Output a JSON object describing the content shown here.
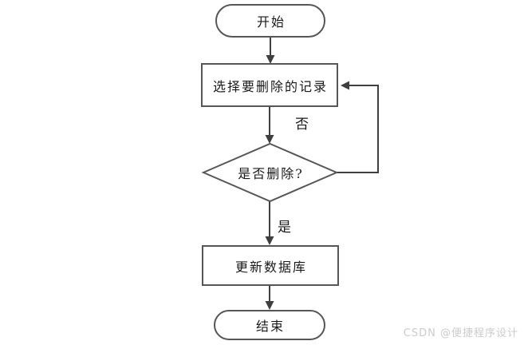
{
  "diagram": {
    "type": "flowchart",
    "nodes": {
      "start": {
        "label": "开始",
        "shape": "terminator"
      },
      "select_record": {
        "label": "选择要删除的记录",
        "shape": "process"
      },
      "confirm_delete": {
        "label": "是否删除?",
        "shape": "decision"
      },
      "update_db": {
        "label": "更新数据库",
        "shape": "process"
      },
      "end": {
        "label": "结束",
        "shape": "terminator"
      }
    },
    "edges": [
      {
        "from": "start",
        "to": "select_record",
        "label": ""
      },
      {
        "from": "select_record",
        "to": "confirm_delete",
        "label": ""
      },
      {
        "from": "confirm_delete",
        "to": "select_record",
        "label": "否"
      },
      {
        "from": "confirm_delete",
        "to": "update_db",
        "label": "是"
      },
      {
        "from": "update_db",
        "to": "end",
        "label": ""
      }
    ],
    "colors": {
      "shape_border": "#565656",
      "arrow": "#3f3f3f",
      "text": "#1a1a1a",
      "watermark_text": "#cbcbcb",
      "background": "#ffffff"
    }
  },
  "watermark": "CSDN @便捷程序设计"
}
